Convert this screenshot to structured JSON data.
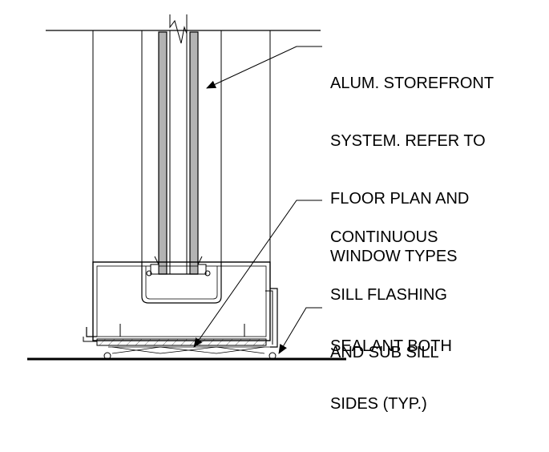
{
  "callouts": {
    "storefront": {
      "lines": [
        "ALUM. STOREFRONT",
        "SYSTEM. REFER TO",
        "FLOOR PLAN AND",
        "WINDOW TYPES"
      ]
    },
    "sill_flashing": {
      "lines": [
        "CONTINUOUS",
        "SILL FLASHING",
        "AND SUB SILL"
      ]
    },
    "sealant": {
      "lines": [
        "SEALANT BOTH",
        "SIDES (TYP.)"
      ]
    }
  },
  "colors": {
    "line": "#000000",
    "glass": "#b3b3b3",
    "background": "#ffffff"
  }
}
